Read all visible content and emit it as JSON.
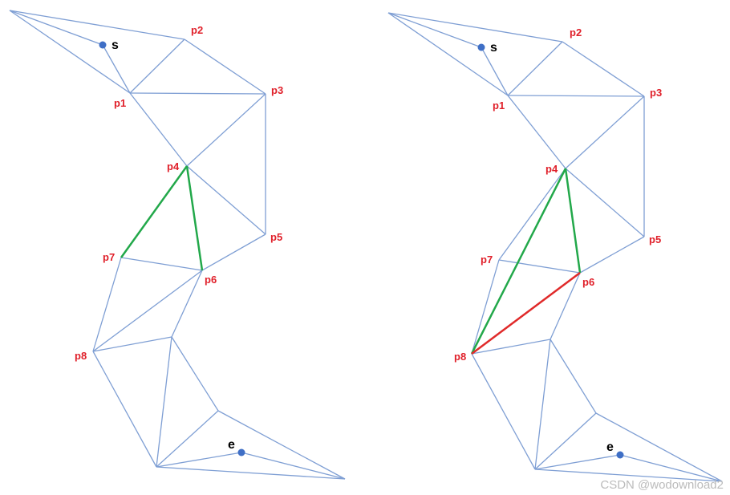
{
  "labels": {
    "s": "s",
    "e": "e",
    "p1": "p1",
    "p2": "p2",
    "p3": "p3",
    "p4": "p4",
    "p5": "p5",
    "p6": "p6",
    "p7": "p7",
    "p8": "p8"
  },
  "colors": {
    "mesh": "#7f9fd4",
    "funnel_edge": "#22a84a",
    "portal_edge": "#e02a2a",
    "point": "#3f6fc6",
    "vertex_label": "#e0202a"
  },
  "watermark": "CSDN @wodownload2"
}
